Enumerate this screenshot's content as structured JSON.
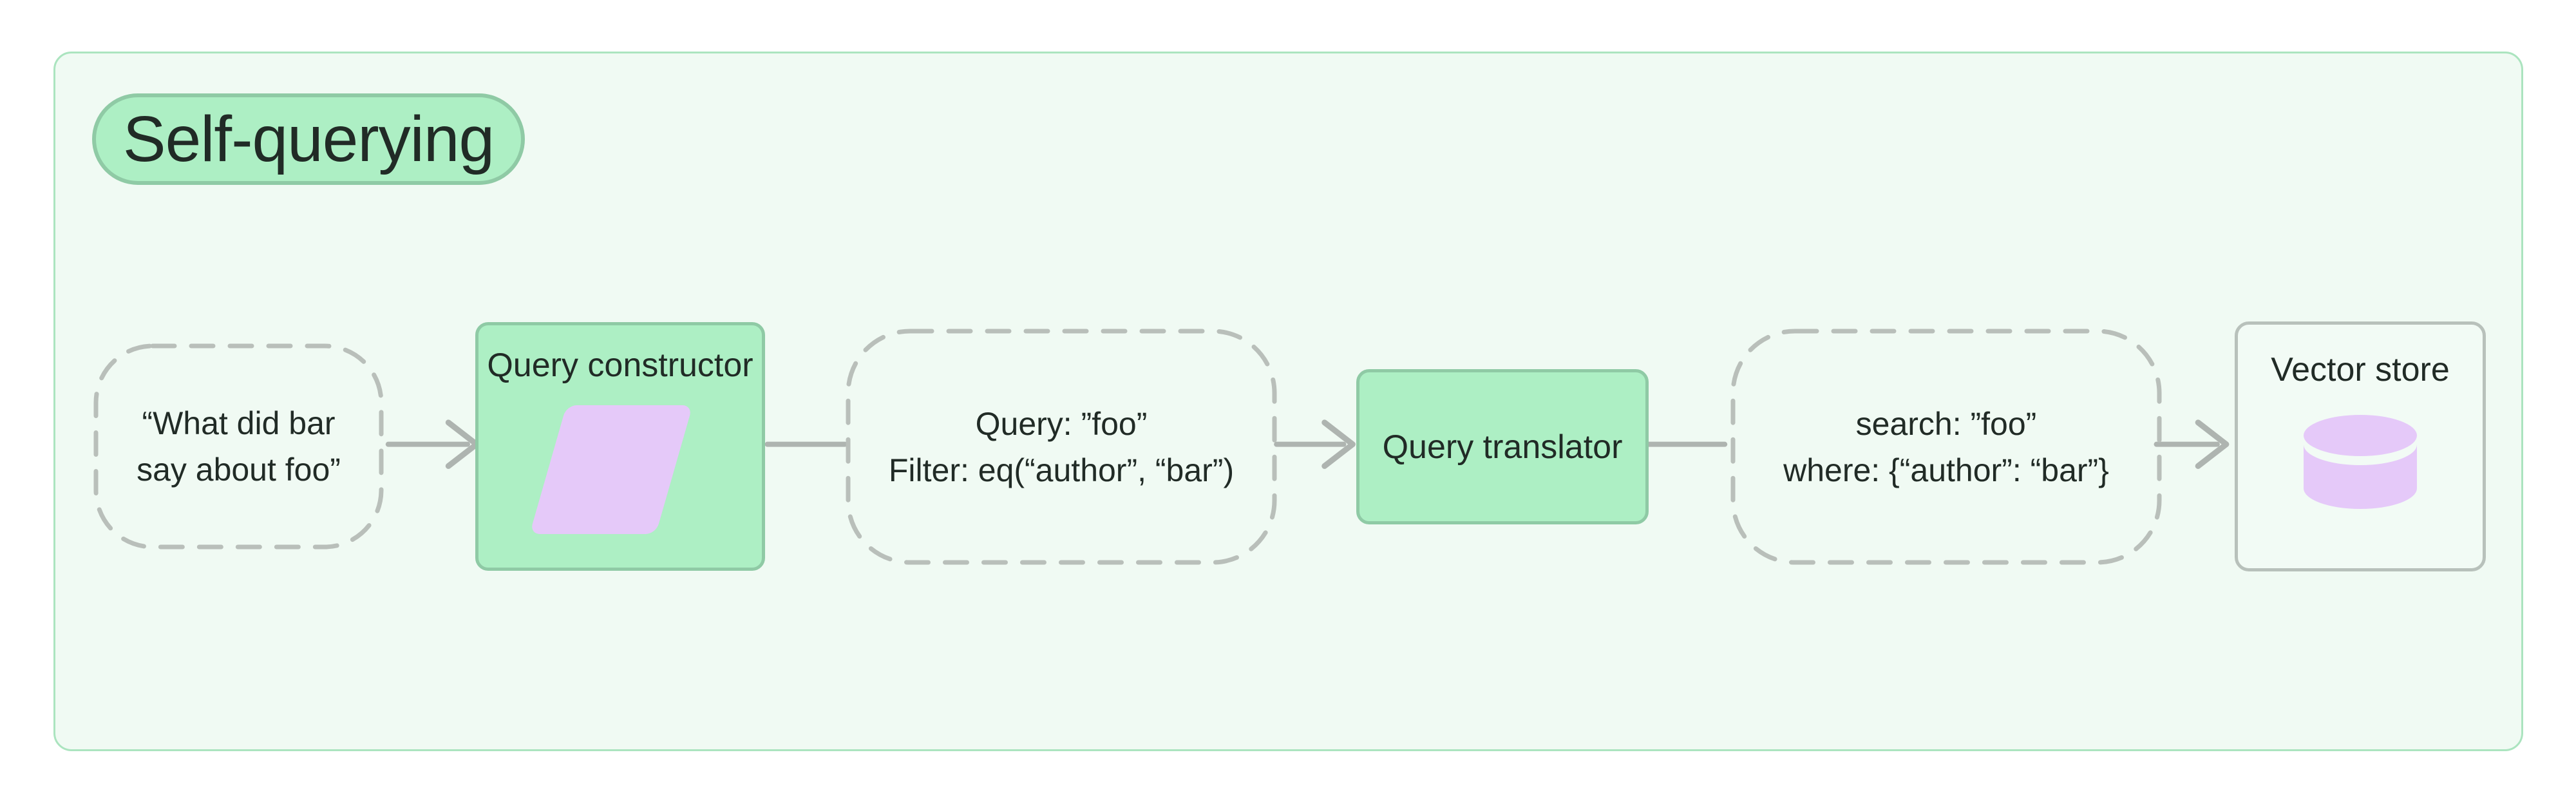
{
  "title": "Self-querying",
  "palette": {
    "page-bg": "#ffffff",
    "canvas-bg": "#f0faf3",
    "canvas-border": "#abe4bf",
    "green-fill": "#adefc4",
    "green-border": "#8fcaa5",
    "text": "#212b26",
    "dash": "#b9bfba",
    "connector": "#aeb4b0",
    "node-bg": "#f2fbf5",
    "vector-border": "#b8c1bb",
    "purple": "#e5c9f9"
  },
  "flow": {
    "input": {
      "lines": [
        "“What did bar",
        "say about foo”"
      ]
    },
    "query_constructor": {
      "label": "Query constructor",
      "icon": "parallelogram-icon"
    },
    "structured_query": {
      "lines": [
        "Query: ”foo”",
        "Filter: eq(“author”, “bar”)"
      ]
    },
    "query_translator": {
      "label": "Query translator"
    },
    "translated_query": {
      "lines": [
        "search: ”foo”",
        "where: {“author”: “bar”}"
      ]
    },
    "vector_store": {
      "label": "Vector store",
      "icon": "database-icon"
    }
  }
}
